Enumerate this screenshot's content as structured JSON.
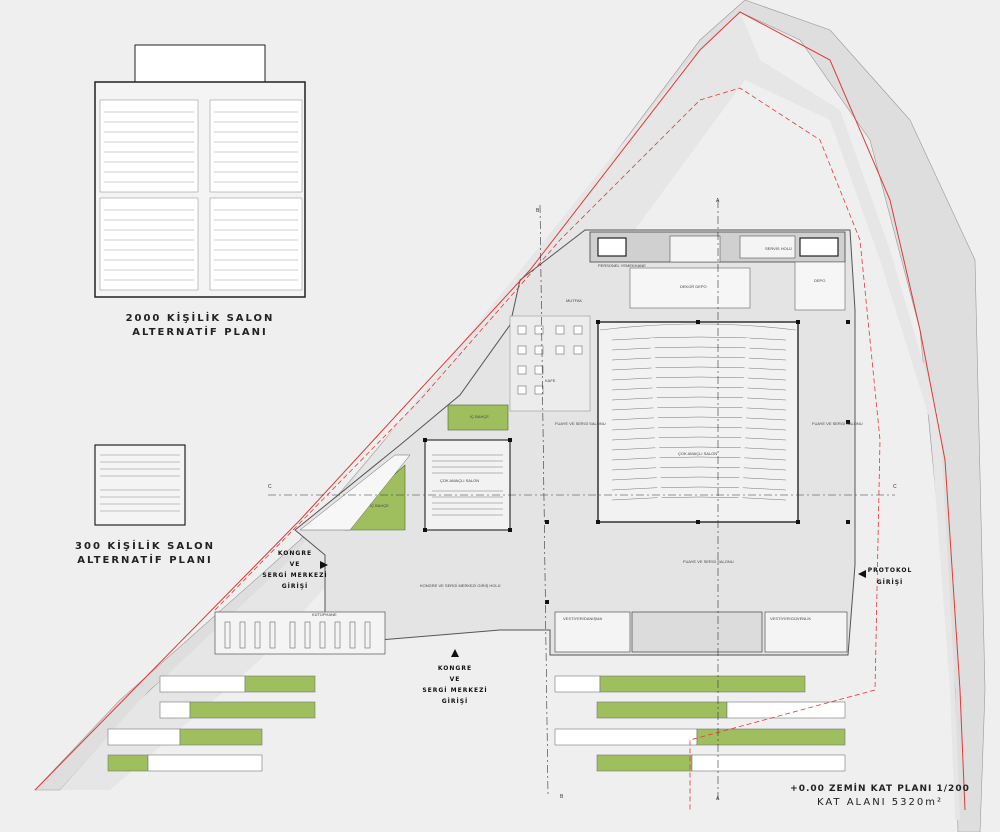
{
  "titles": {
    "hall2000_line1": "2000 KİŞİLİK SALON",
    "hall2000_line2": "ALTERNATİF PLANI",
    "hall300_line1": "300 KİŞİLİK SALON",
    "hall300_line2": "ALTERNATİF PLANI",
    "plan_line1": "+0.00 ZEMİN KAT PLANI 1/200",
    "plan_line2": "KAT ALANI 5320m²"
  },
  "entrances": {
    "main_side": [
      "KONGRE",
      "VE",
      "SERGİ MERKEZİ",
      "GİRİŞİ"
    ],
    "main_bottom": [
      "KONGRE",
      "VE",
      "SERGİ MERKEZİ",
      "GİRİŞİ"
    ],
    "protocol": [
      "PROTOKOL",
      "GİRİŞİ"
    ]
  },
  "rooms": {
    "personnel_dining": "PERSONEL YEMEKHANE",
    "service_hall": "SERVİS HOLÜ",
    "depot": "DEPO",
    "decor_depot": "DEKOR DEPO",
    "cafe": "KAFE",
    "kitchen": "MUTFAK",
    "foyer_left": "FUAYE VE SERGİ SALONU",
    "foyer_right": "FUAYE VE SERGİ SALONU",
    "foyer_bottom": "FUAYE VE SERGİ SALONU",
    "main_hall": "ÇOK AMAÇLI SALON",
    "multi_hall": "ÇOK AMAÇLI SALON",
    "garden1": "İÇ BAHÇE",
    "garden2": "İÇ BAHÇE",
    "entrance_hall": "KONGRE VE SERGİ MERKEZİ GİRİŞ HOLÜ",
    "library": "KÜTÜPHANE",
    "cloak_left": "VESTİYER/DANIŞMA",
    "cloak_right": "VESTİYER/GÜVENLİK"
  },
  "section_marks": {
    "a": "A",
    "b": "B",
    "c": "C"
  },
  "colors": {
    "boundary": "#e03a3a",
    "site": "#d9d9d9",
    "floor": "#e2e2e2",
    "green": "#9fbf5f",
    "wall": "#1a1a1a"
  }
}
